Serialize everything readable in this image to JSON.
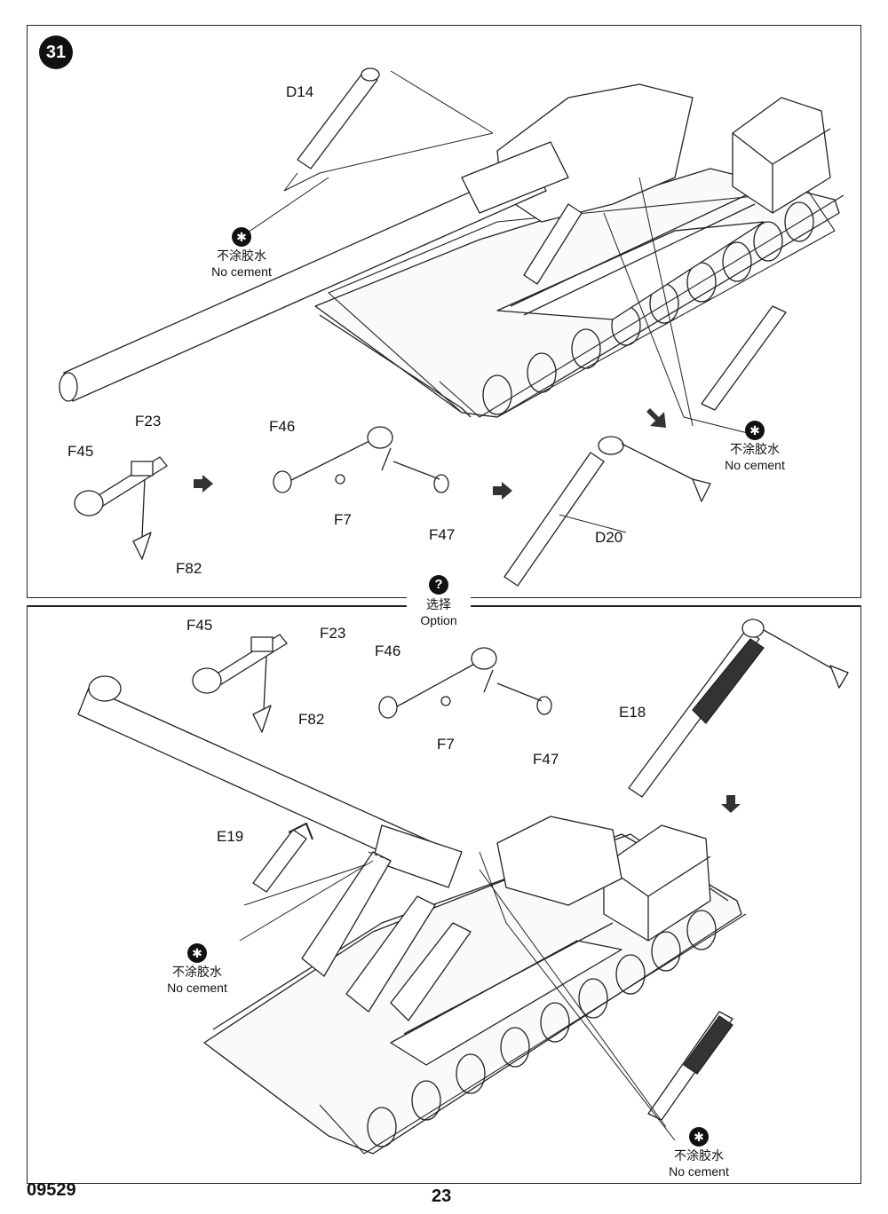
{
  "step": {
    "number": "31"
  },
  "labels": {
    "top": {
      "d14": "D14",
      "f23": "F23",
      "f45": "F45",
      "f82": "F82",
      "f46": "F46",
      "f7": "F7",
      "f47": "F47",
      "d20": "D20"
    },
    "bottom": {
      "f45": "F45",
      "f23": "F23",
      "f82": "F82",
      "f46": "F46",
      "f7": "F7",
      "f47": "F47",
      "e18": "E18",
      "e19": "E19"
    }
  },
  "no_cement": {
    "cn": "不涂胶水",
    "en": "No cement"
  },
  "option": {
    "cn": "选择",
    "en": "Option"
  },
  "footer": {
    "kit_number": "09529",
    "page_number": "23"
  }
}
